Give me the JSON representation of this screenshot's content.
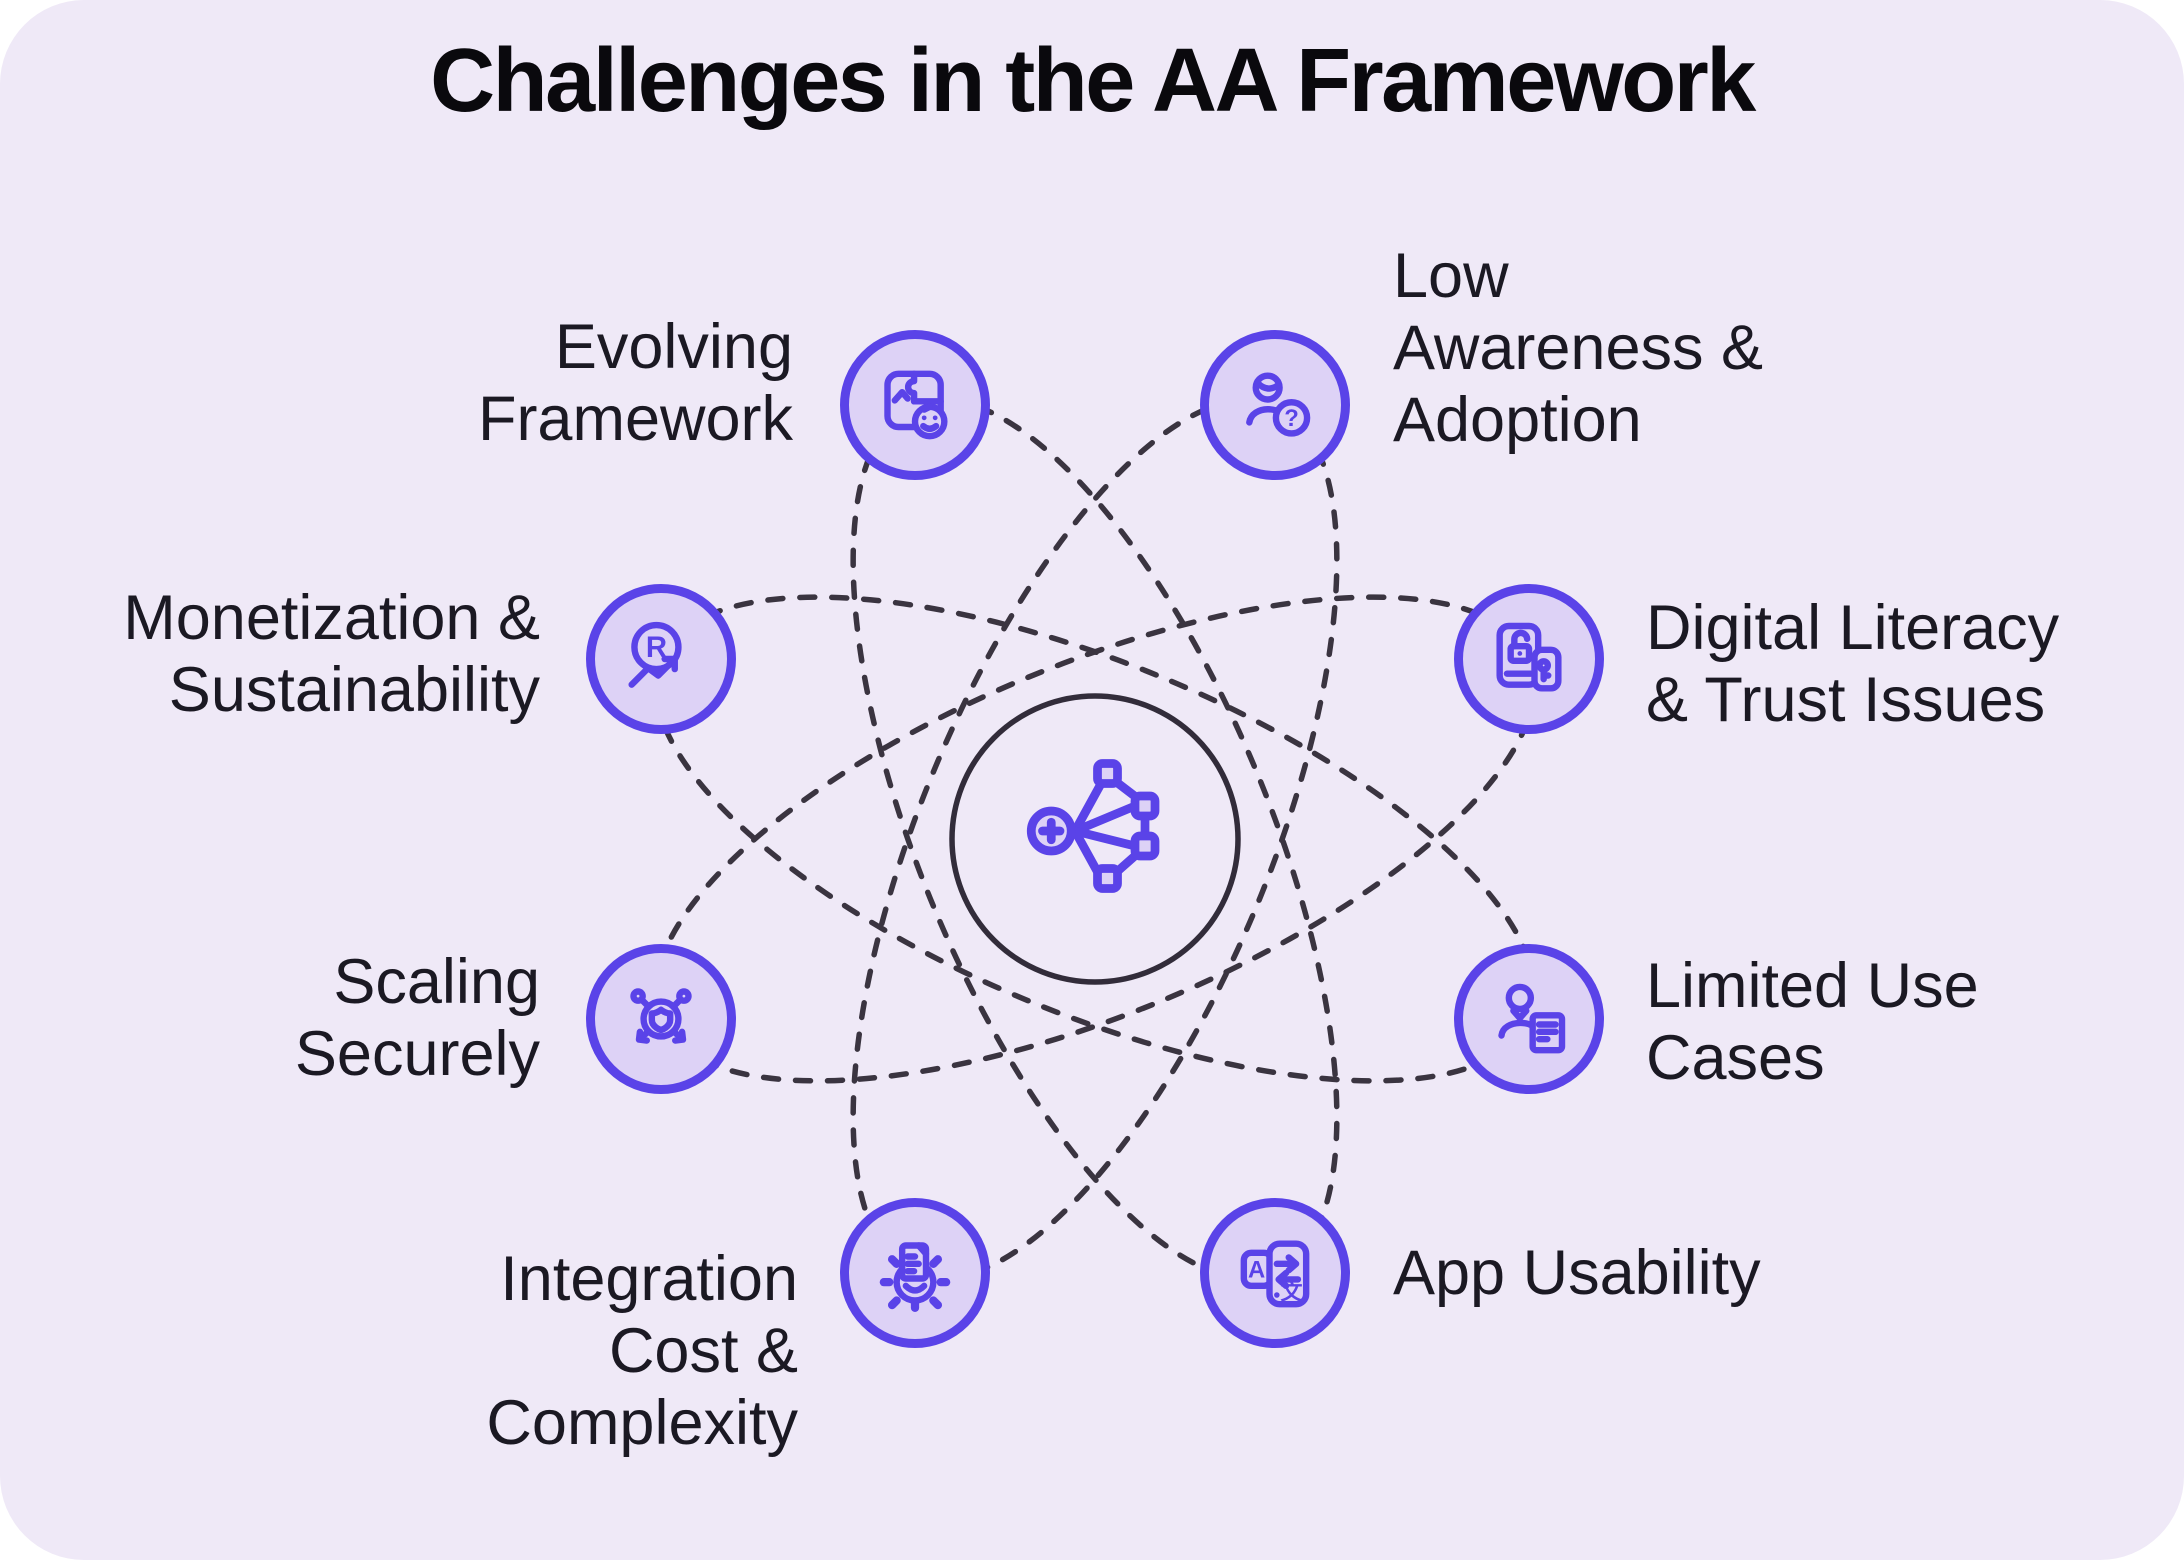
{
  "title": "Challenges in the AA Framework",
  "colors": {
    "background": "#EFE9F7",
    "accent_purple": "#5A43E8",
    "node_fill": "#DDD2F6",
    "orbit_dash": "#3A3440",
    "center_ring": "#322C3A",
    "label_text": "#1B1923",
    "title_text": "#0A090D"
  },
  "center": {
    "icon": "network-hub-icon"
  },
  "nodes": [
    {
      "id": "evolving-framework",
      "label": "Evolving\nFramework",
      "icon": "puzzle-evolution-icon"
    },
    {
      "id": "low-awareness",
      "label": "Low\nAwareness &\nAdoption",
      "icon": "person-question-icon"
    },
    {
      "id": "digital-literacy",
      "label": "Digital Literacy\n& Trust Issues",
      "icon": "devices-lock-key-icon"
    },
    {
      "id": "limited-use-cases",
      "label": "Limited Use\nCases",
      "icon": "person-document-icon"
    },
    {
      "id": "app-usability",
      "label": "App Usability",
      "icon": "phone-translate-icon"
    },
    {
      "id": "integration-cost",
      "label": "Integration\nCost &\nComplexity",
      "icon": "gear-document-icon"
    },
    {
      "id": "scaling-securely",
      "label": "Scaling\nSecurely",
      "icon": "shield-expand-icon"
    },
    {
      "id": "monetization",
      "label": "Monetization &\nSustainability",
      "icon": "rupee-growth-icon"
    }
  ]
}
